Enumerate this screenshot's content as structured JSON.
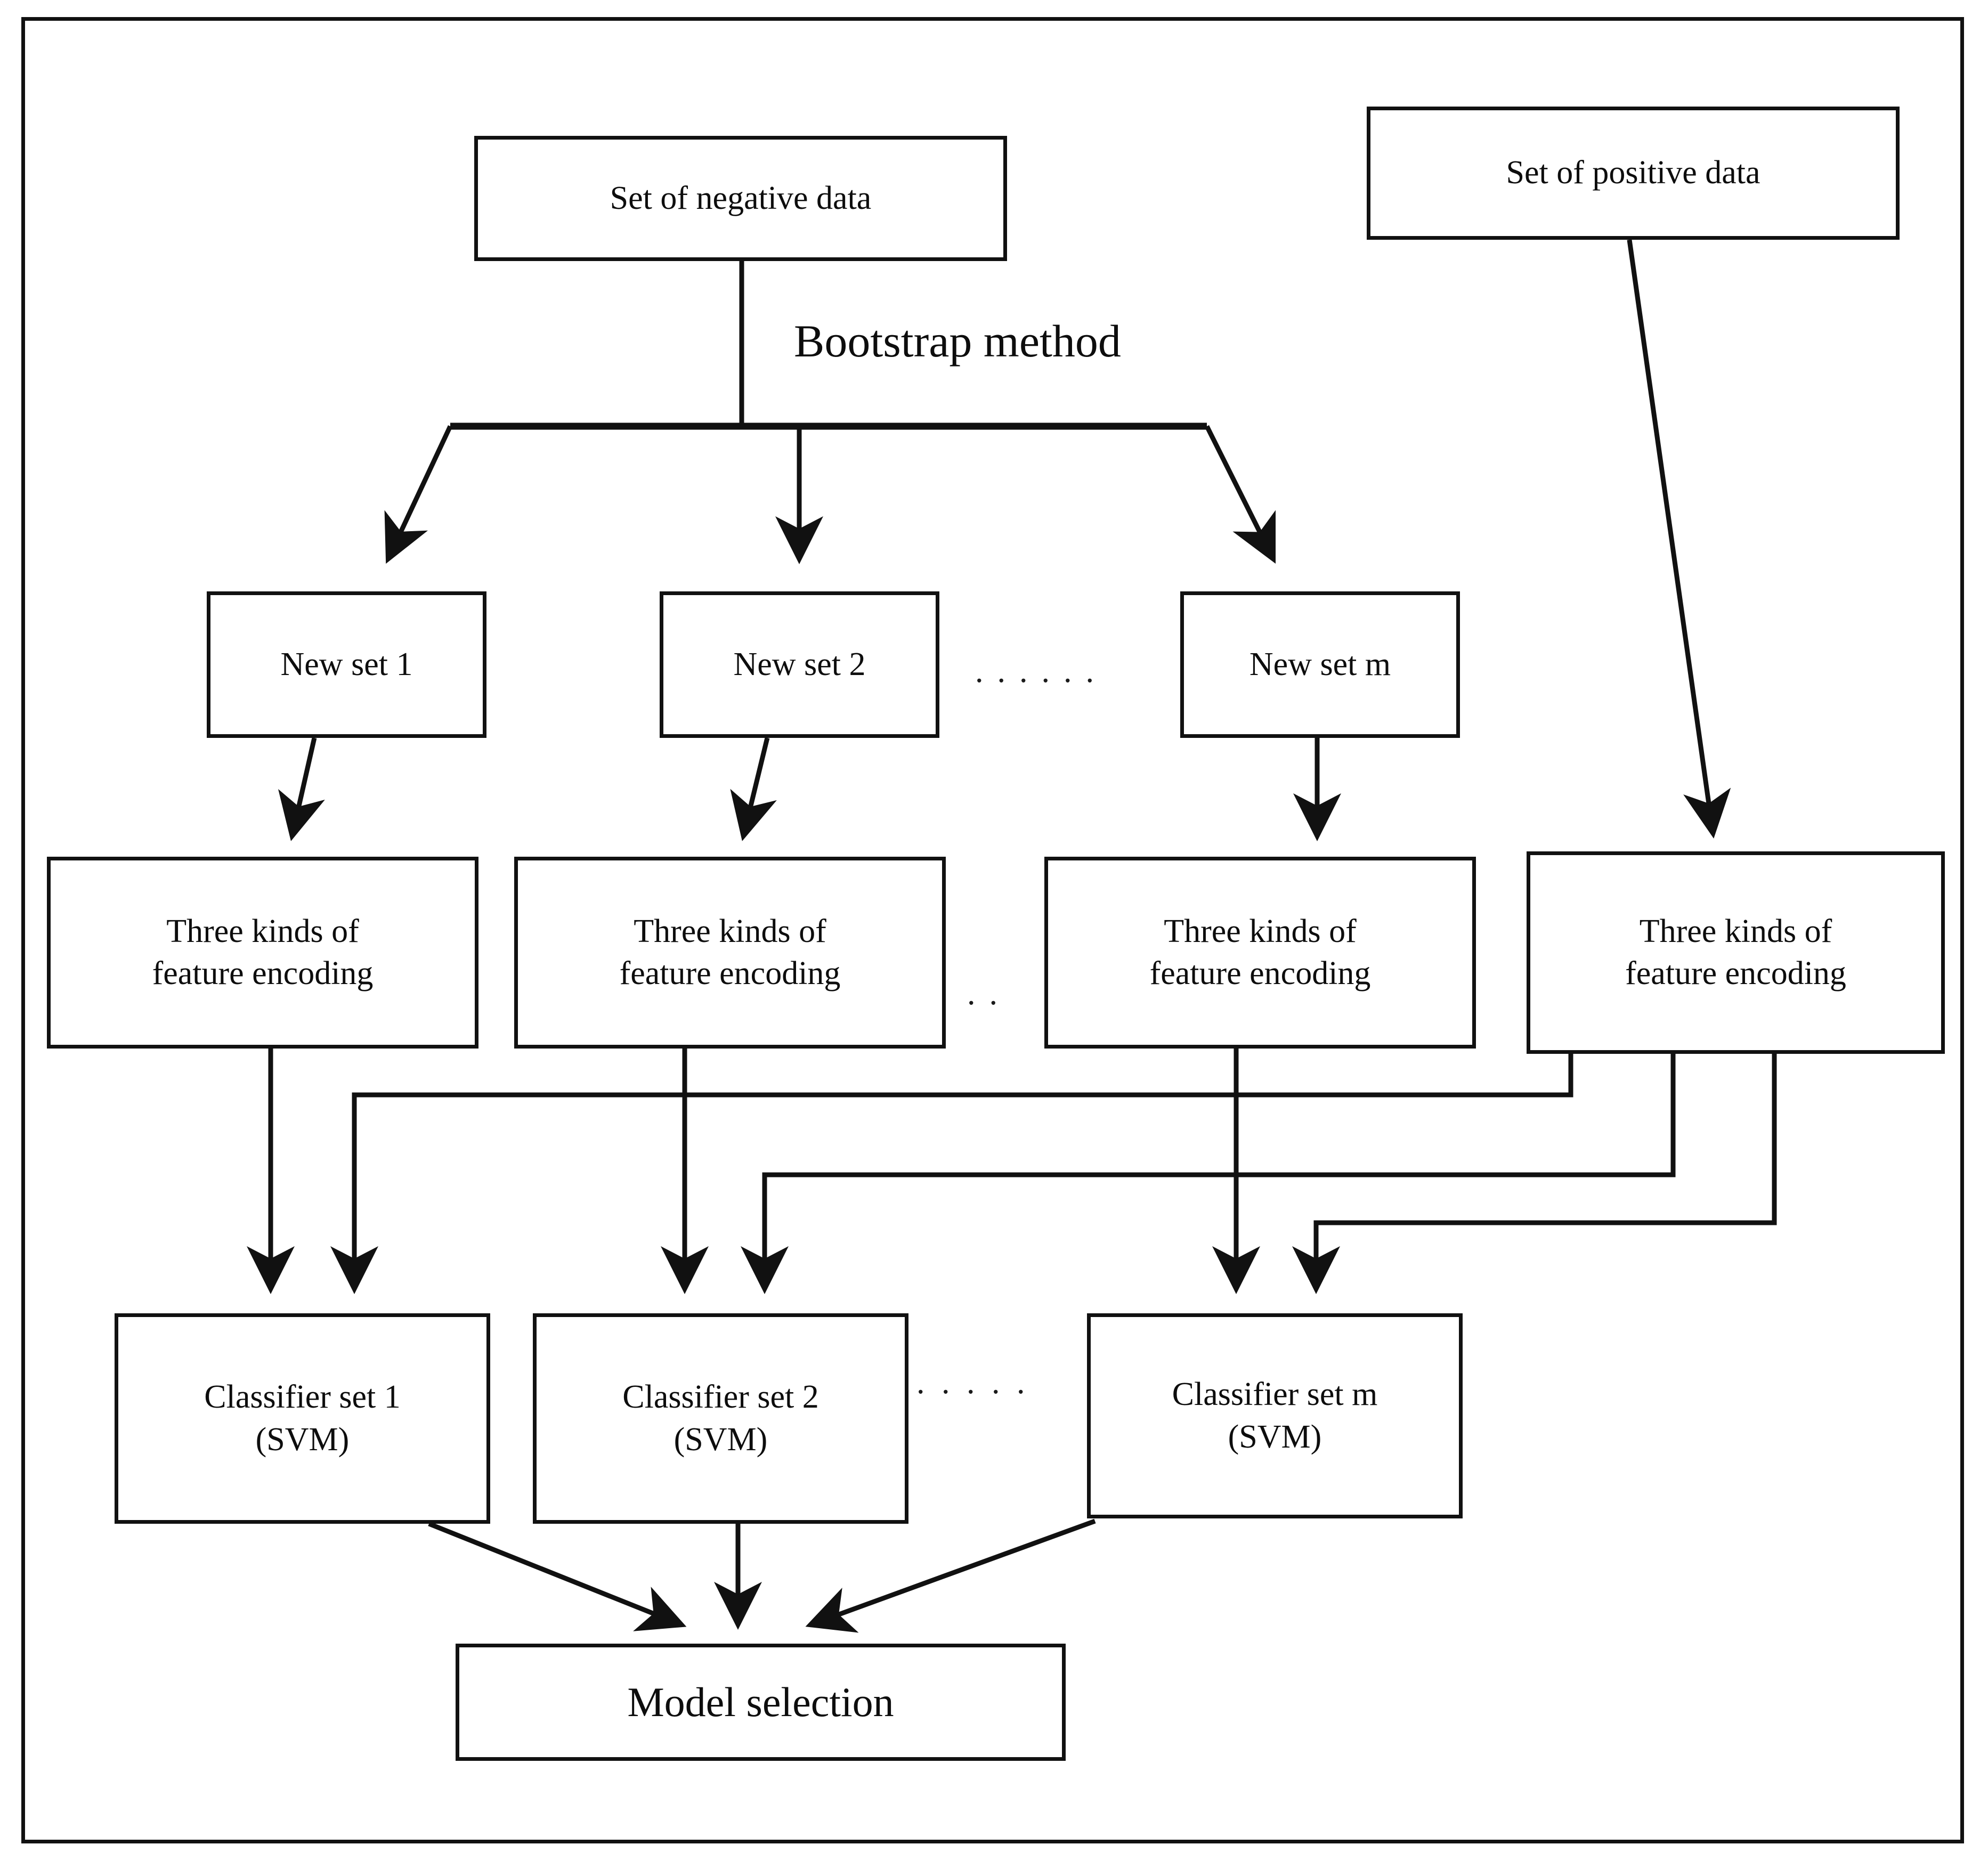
{
  "diagram": {
    "title_text": "Bootstrap method",
    "nodes": {
      "negative_data": "Set of negative data",
      "positive_data": "Set of positive data",
      "new_set_1": "New set 1",
      "new_set_2": "New set 2",
      "new_set_m": "New set m",
      "encoding_1": "Three kinds of\nfeature encoding",
      "encoding_1_line1": "Three kinds of",
      "encoding_1_line2": "feature encoding",
      "encoding_2_line1": "Three kinds of",
      "encoding_2_line2": "feature encoding",
      "encoding_m_line1": "Three kinds of",
      "encoding_m_line2": "feature encoding",
      "encoding_pos_line1": "Three kinds of",
      "encoding_pos_line2": "feature encoding",
      "classifier_1_line1": "Classifier set 1",
      "classifier_1_line2": "(SVM)",
      "classifier_2_line1": "Classifier set 2",
      "classifier_2_line2": "(SVM)",
      "classifier_m_line1": "Classifier set m",
      "classifier_m_line2": "(SVM)",
      "model_selection": "Model selection"
    },
    "ellipses": {
      "new_set_row": "......",
      "encoding_row": "..",
      "classifier_row": ". . . . ."
    },
    "colors": {
      "stroke": "#111111",
      "text": "#0d0d0d",
      "background": "#ffffff"
    }
  }
}
